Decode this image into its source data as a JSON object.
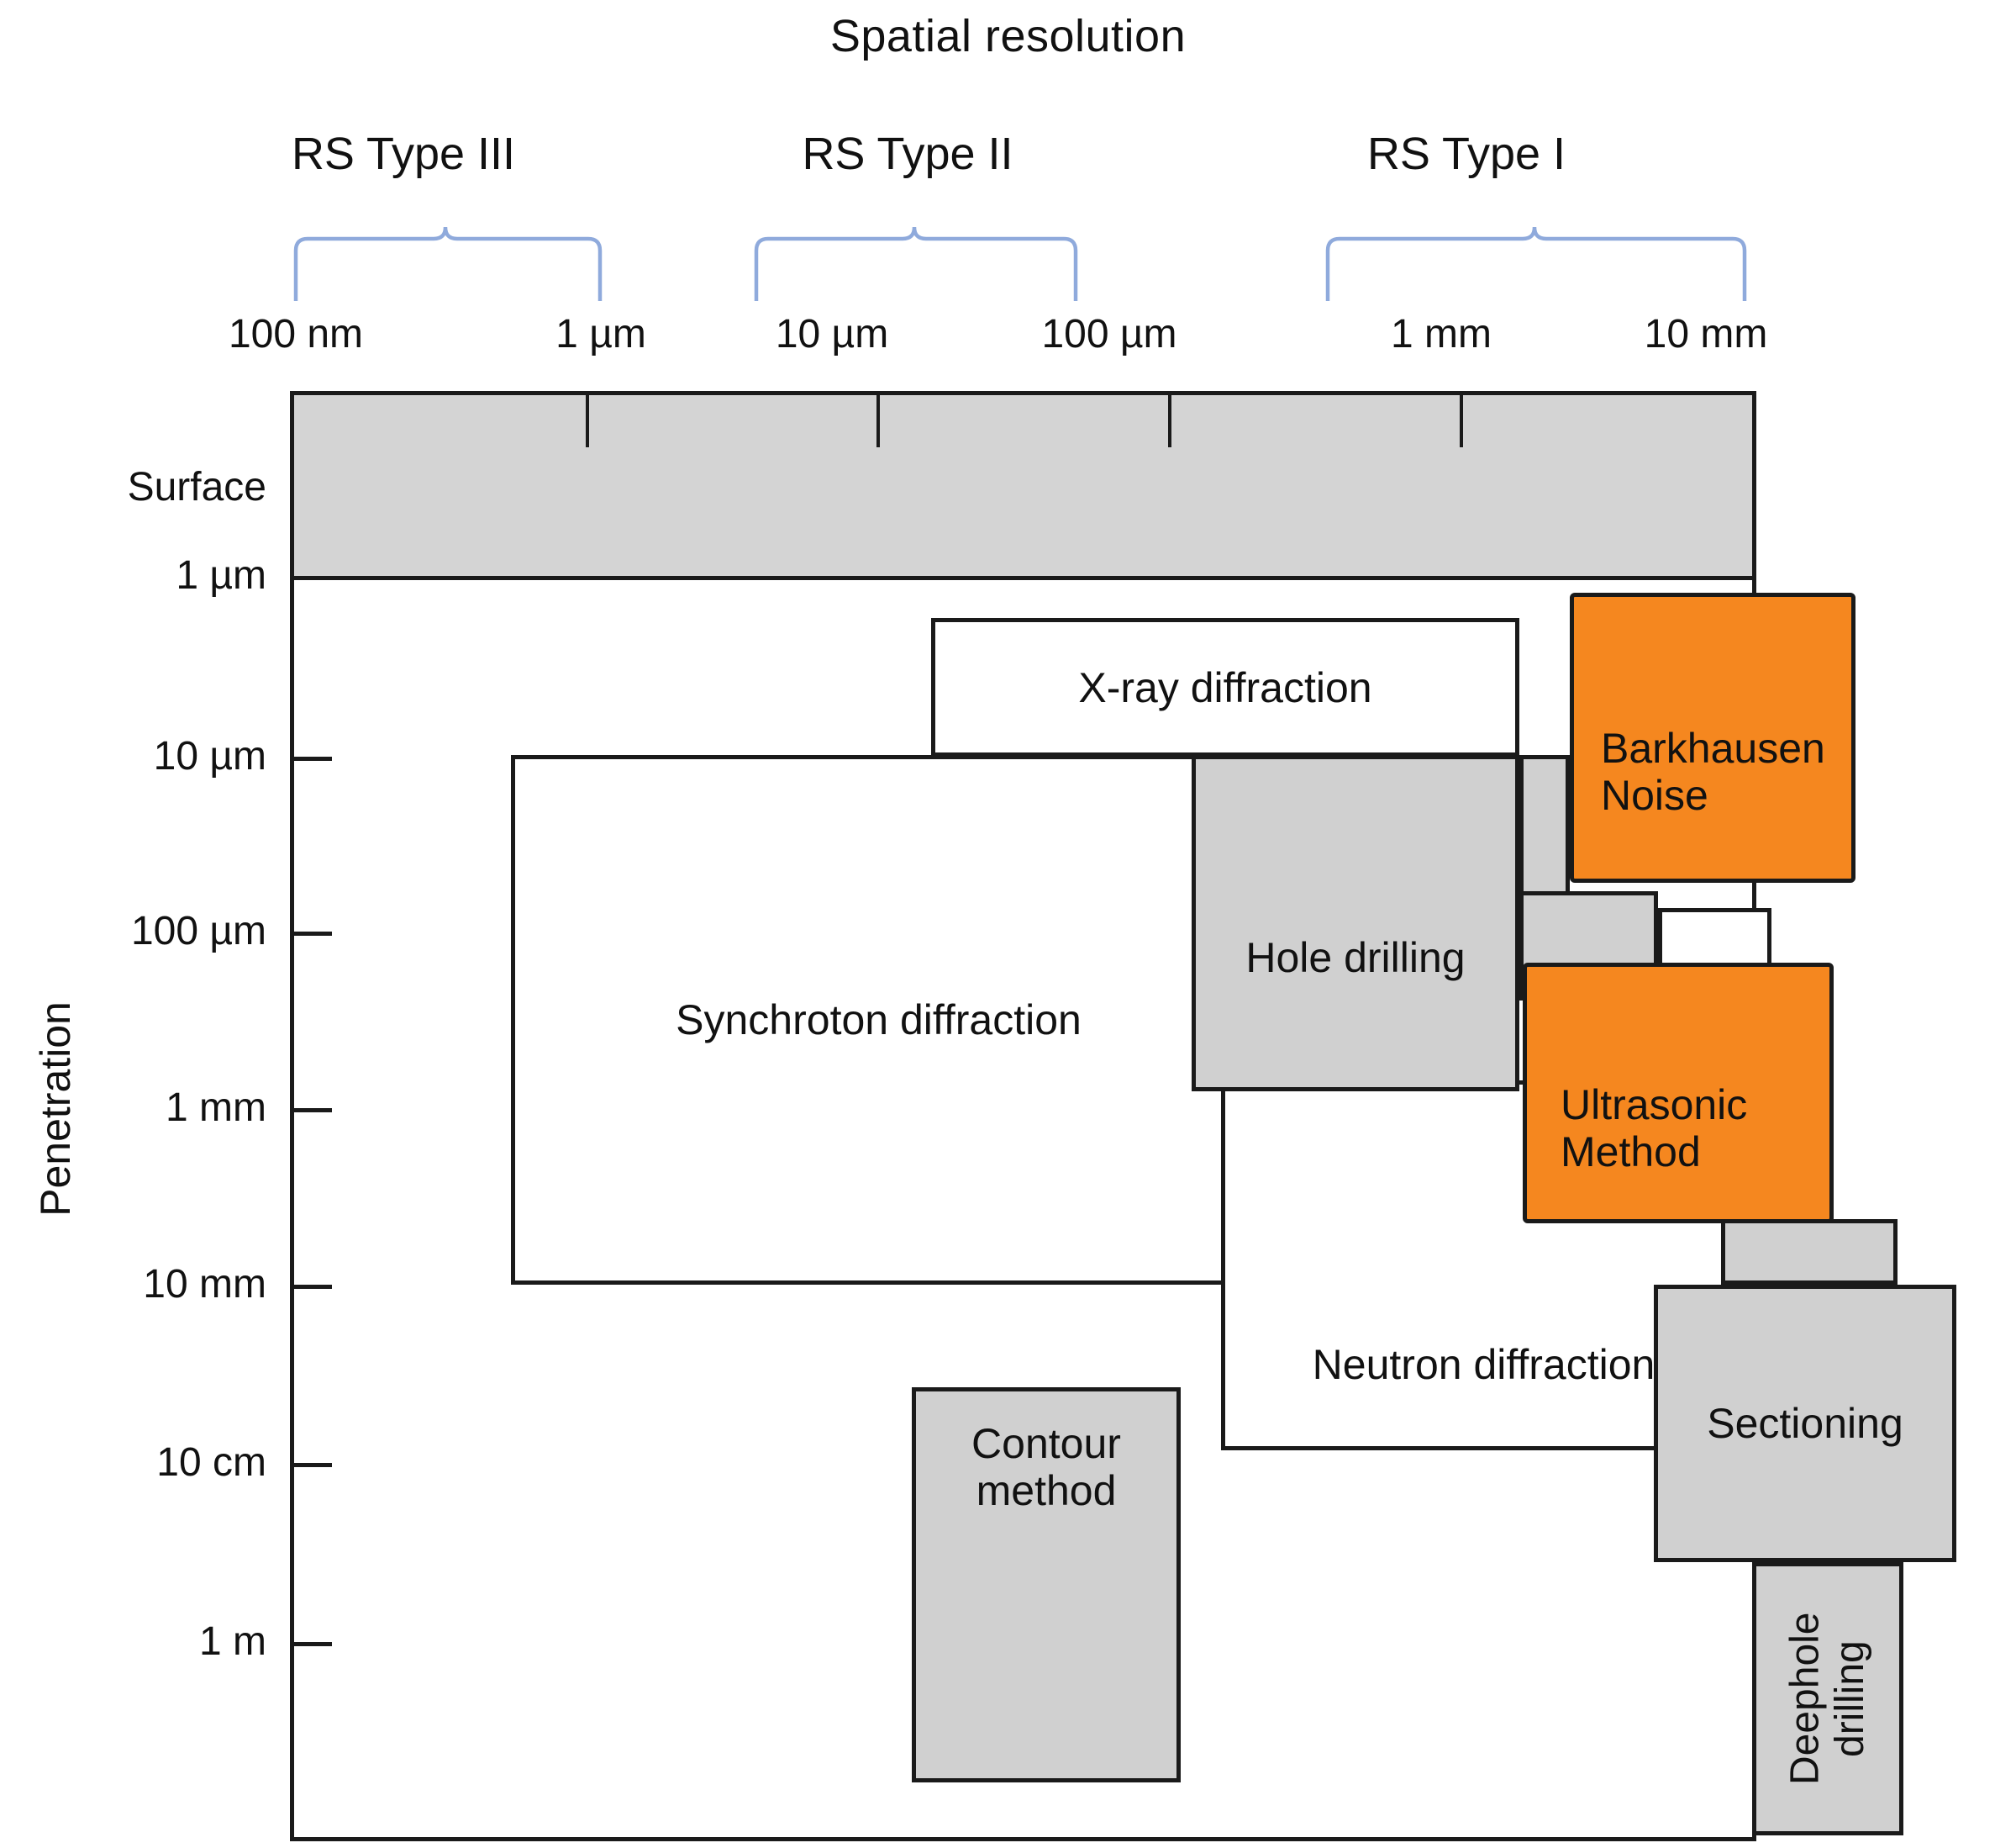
{
  "chart_data": {
    "type": "diagram-map",
    "title": "Spatial resolution",
    "xlabel": "Spatial resolution",
    "ylabel": "Penetration",
    "x_ticks": [
      "100 nm",
      "1 µm",
      "10 µm",
      "100 µm",
      "1 mm",
      "10 mm"
    ],
    "y_ticks": [
      "Surface",
      "1 µm",
      "10 µm",
      "100 µm",
      "1 mm",
      "10 mm",
      "10 cm",
      "1 m"
    ],
    "groups": [
      {
        "label": "RS Type III",
        "span": [
          "100 nm",
          "1 µm"
        ]
      },
      {
        "label": "RS Type II",
        "span": [
          "10 µm",
          "100 µm"
        ]
      },
      {
        "label": "RS Type I",
        "span": [
          "1 mm",
          "10 mm"
        ]
      }
    ],
    "regions": [
      {
        "label": "X-ray diffraction",
        "fill": "white",
        "x_range": [
          "10 µm",
          "1 mm"
        ],
        "y_range": [
          "1 µm",
          "10 µm"
        ]
      },
      {
        "label": "Barkhausen Noise",
        "fill": "orange",
        "x_range": [
          "1 mm",
          "10 mm"
        ],
        "y_range": [
          "1 µm",
          "100 µm"
        ]
      },
      {
        "label": "Synchroton diffraction",
        "fill": "white",
        "x_range": [
          "1 µm",
          "1 mm"
        ],
        "y_range": [
          "10 µm",
          "10 mm"
        ]
      },
      {
        "label": "Hole drilling",
        "fill": "grey",
        "x_range": [
          "100 µm",
          "1 mm"
        ],
        "y_range": [
          "10 µm",
          "1 mm"
        ]
      },
      {
        "label": "Ultrasonic Method",
        "fill": "orange",
        "x_range": [
          "1 mm",
          "10 mm"
        ],
        "y_range": [
          "100 µm",
          "10 mm"
        ]
      },
      {
        "label": "Neutron diffraction",
        "fill": "white",
        "x_range": [
          "100 µm",
          "10 mm"
        ],
        "y_range": [
          "10 mm",
          "10 cm"
        ]
      },
      {
        "label": "Sectioning",
        "fill": "grey",
        "x_range": [
          "1 mm",
          "10 mm"
        ],
        "y_range": [
          "10 mm",
          "10 cm"
        ]
      },
      {
        "label": "Contour method",
        "fill": "grey",
        "x_range": [
          "10 µm",
          "100 µm"
        ],
        "y_range": [
          "10 cm",
          "1 m"
        ]
      },
      {
        "label": "Deephole drilling",
        "fill": "grey",
        "rotated": true,
        "x_range": [
          "10 mm",
          "10 mm"
        ],
        "y_range": [
          "10 cm",
          "1 m"
        ]
      }
    ],
    "colors": {
      "highlight": "#F5871F",
      "neutral": "#D0D0D0",
      "plain": "#FFFFFF",
      "surface_band": "#D4D4D4",
      "brace": "#8FAADC",
      "outline": "#1A1A1A"
    }
  },
  "axes": {
    "x_title": "Spatial resolution",
    "y_title": "Penetration",
    "x_ticks": [
      "100 nm",
      "1 µm",
      "10 µm",
      "100 µm",
      "1 mm",
      "10 mm"
    ],
    "y_ticks": [
      "Surface",
      "1 µm",
      "10 µm",
      "100 µm",
      "1 mm",
      "10 mm",
      "10 cm",
      "1 m"
    ]
  },
  "groups": [
    {
      "label": "RS Type III"
    },
    {
      "label": "RS Type II"
    },
    {
      "label": "RS Type I"
    }
  ],
  "boxes": {
    "xrd": "X-ray diffraction",
    "barkhausen": "Barkhausen Noise",
    "synchroton": "Synchroton diffraction",
    "hole_drilling": "Hole drilling",
    "ultrasonic": "Ultrasonic Method",
    "neutron": "Neutron diffraction",
    "sectioning": "Sectioning",
    "contour": "Contour method",
    "deephole": "Deephole drilling"
  }
}
